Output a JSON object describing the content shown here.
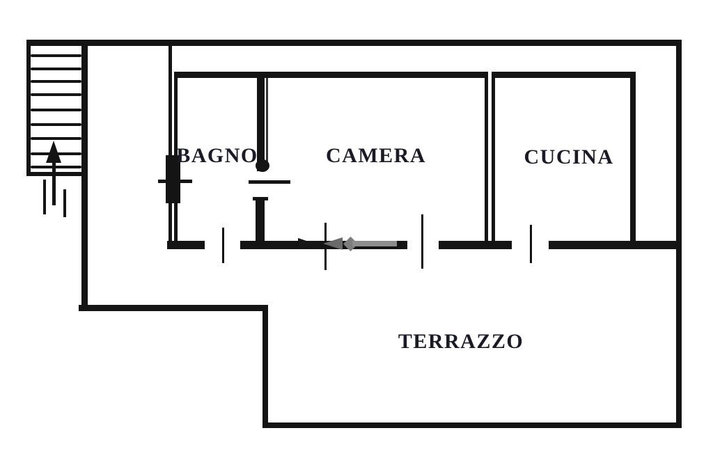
{
  "plan": {
    "rooms": [
      {
        "id": "bagno",
        "label": "BAGNO"
      },
      {
        "id": "camera",
        "label": "CAMERA"
      },
      {
        "id": "cucina",
        "label": "CUCINA"
      },
      {
        "id": "terrazzo",
        "label": "TERRAZZO"
      }
    ],
    "colors": {
      "wall": "#141414",
      "label_text": "#1b1b28",
      "arrow_gray": "#8d8d8d",
      "background": "#ffffff"
    }
  }
}
